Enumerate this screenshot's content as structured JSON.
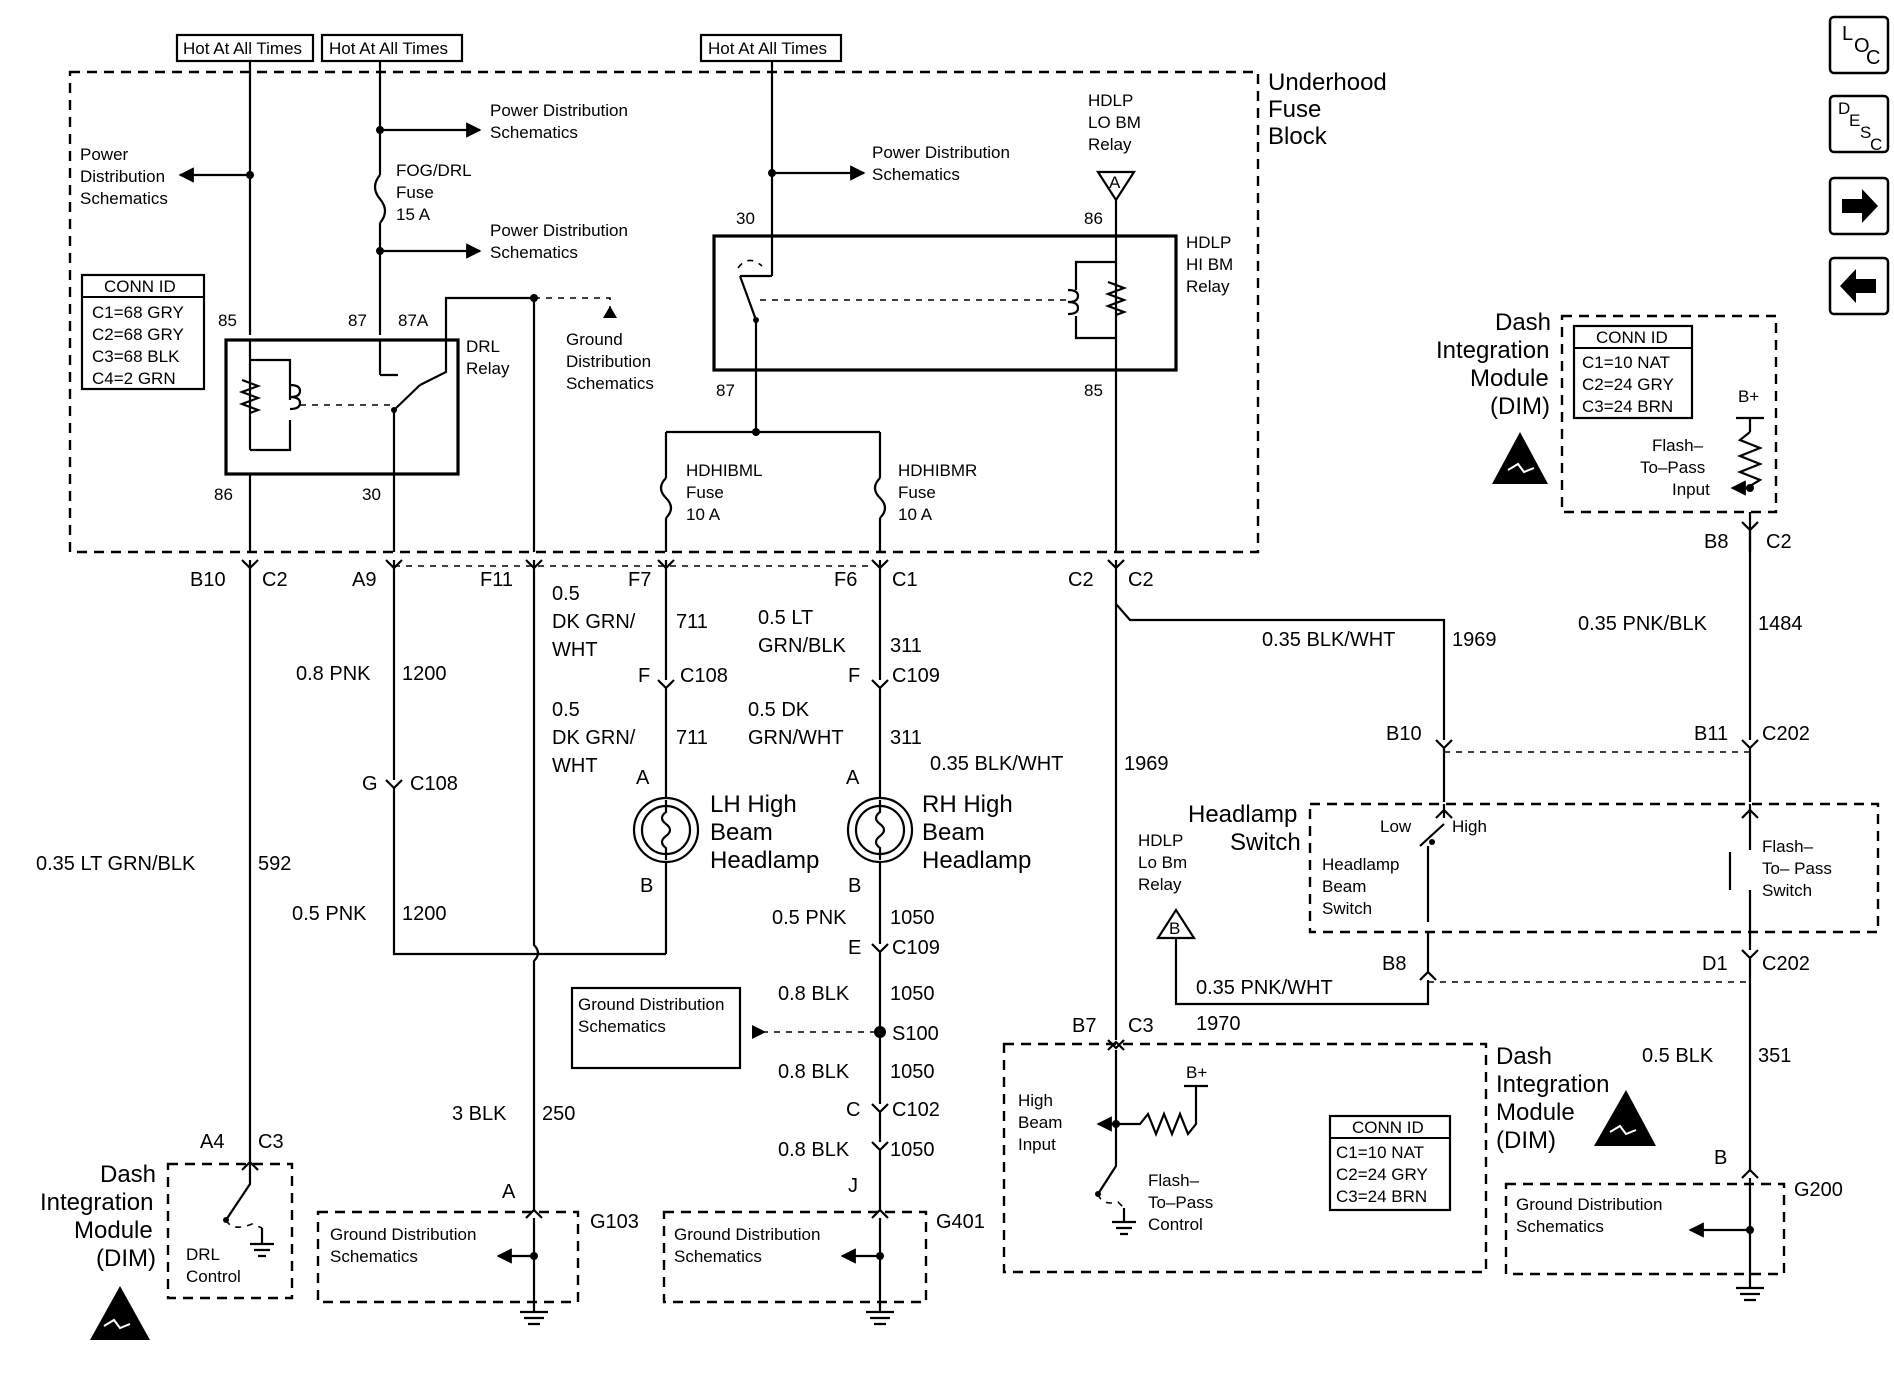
{
  "hot_labels": [
    "Hot At All Times",
    "Hot At All Times",
    "Hot At All Times"
  ],
  "nav": {
    "loc": [
      "L",
      "O",
      "C"
    ],
    "desc": [
      "D",
      "E",
      "S",
      "C"
    ]
  },
  "underhood_fuse_block": [
    "Underhood",
    "Fuse",
    "Block"
  ],
  "power_dist": {
    "left": [
      "Power",
      "Distribution",
      "Schematics"
    ],
    "a": [
      "Power Distribution",
      "Schematics"
    ],
    "b": [
      "Power Distribution",
      "Schematics"
    ],
    "c": [
      "Power Distribution",
      "Schematics"
    ]
  },
  "fog_fuse": [
    "FOG/DRL",
    "Fuse",
    "15 A"
  ],
  "conn_id_left": {
    "title": "CONN ID",
    "rows": [
      "C1=68 GRY",
      "C2=68 GRY",
      "C3=68 BLK",
      "C4=2 GRN"
    ]
  },
  "drl_relay": {
    "label": [
      "DRL",
      "Relay"
    ],
    "pins": {
      "p85": "85",
      "p87": "87",
      "p87a": "87A",
      "p86": "86",
      "p30": "30"
    }
  },
  "ground_dist_top": [
    "Ground",
    "Distribution",
    "Schematics"
  ],
  "hdlp_lo_top": [
    "HDLP",
    "LO BM",
    "Relay"
  ],
  "hdlp_hi": {
    "label": [
      "HDLP",
      "HI BM",
      "Relay"
    ],
    "pins": {
      "p30": "30",
      "p86": "86",
      "p87": "87",
      "p85": "85"
    }
  },
  "fuses": {
    "left": [
      "HDHIBML",
      "Fuse",
      "10 A"
    ],
    "right": [
      "HDHIBMR",
      "Fuse",
      "10 A"
    ]
  },
  "triangle_a": "A",
  "triangle_b": "B",
  "connectors_top": {
    "b10": "B10",
    "c2a": "C2",
    "a9": "A9",
    "f11": "F11",
    "f7": "F7",
    "f6": "F6",
    "c1": "C1",
    "c2b": "C2",
    "c2c": "C2",
    "b8": "B8",
    "c2d": "C2"
  },
  "wires": {
    "w592": [
      "0.35 LT GRN/BLK",
      "592"
    ],
    "w1200a": [
      "0.8 PNK",
      "1200"
    ],
    "w1200b": [
      "0.5 PNK",
      "1200"
    ],
    "w711a": [
      "0.5",
      "DK GRN/",
      "WHT",
      "711"
    ],
    "w711b": [
      "0.5",
      "DK GRN/",
      "WHT",
      "711"
    ],
    "w311a": [
      "0.5 LT",
      "GRN/BLK",
      "311"
    ],
    "w311b": [
      "0.5 DK",
      "GRN/WHT",
      "311"
    ],
    "w1969a": [
      "0.35 BLK/WHT",
      "1969"
    ],
    "w1969b": [
      "0.35 BLK/WHT",
      "1969"
    ],
    "w1484": [
      "0.35 PNK/BLK",
      "1484"
    ],
    "w1050a": [
      "0.5 PNK",
      "1050"
    ],
    "w1050b": [
      "0.8 BLK",
      "1050"
    ],
    "w1050c": [
      "0.8 BLK",
      "1050"
    ],
    "w1050d": [
      "0.8 BLK",
      "1050"
    ],
    "w250": [
      "3 BLK",
      "250"
    ],
    "w1970": [
      "0.35 PNK/WHT",
      "1970"
    ],
    "w351": [
      "0.5 BLK",
      "351"
    ]
  },
  "inline_conn": {
    "f_c108": [
      "F",
      "C108"
    ],
    "f_c109": [
      "F",
      "C109"
    ],
    "g_c108": [
      "G",
      "C108"
    ],
    "e_c109": [
      "E",
      "C109"
    ],
    "s100": "S100",
    "c_c102": [
      "C",
      "C102"
    ],
    "j": "J",
    "b10_c202": [
      "B10",
      "B11",
      "C202"
    ],
    "b8_c202": [
      "B8",
      "D1",
      "C202"
    ],
    "b7_c3": [
      "B7",
      "C3"
    ],
    "a4_c3": [
      "A4",
      "C3"
    ],
    "a_g103": "A",
    "b_g200": "B"
  },
  "lamps": {
    "lh": [
      "LH High",
      "Beam",
      "Headlamp"
    ],
    "rh": [
      "RH High",
      "Beam",
      "Headlamp"
    ],
    "pin_a": "A",
    "pin_b": "B"
  },
  "dim_upper": {
    "label": [
      "Dash",
      "Integration",
      "Module",
      "(DIM)"
    ],
    "conn": {
      "title": "CONN ID",
      "rows": [
        "C1=10 NAT",
        "C2=24 GRY",
        "C3=24 BRN"
      ]
    },
    "bplus": "B+",
    "input": [
      "Flash–",
      "To–Pass",
      "Input"
    ]
  },
  "headlamp_switch": {
    "label": [
      "Headlamp",
      "Switch"
    ],
    "low": "Low",
    "high": "High",
    "beam": [
      "Headlamp",
      "Beam",
      "Switch"
    ],
    "ftp": [
      "Flash–",
      "To– Pass",
      "Switch"
    ]
  },
  "hdlp_lo_mid": [
    "HDLP",
    "Lo Bm",
    "Relay"
  ],
  "ground_dist_box": [
    "Ground Distribution",
    "Schematics"
  ],
  "dim_center": {
    "label": [
      "Dash",
      "Integration",
      "Module",
      "(DIM)"
    ],
    "input": [
      "High",
      "Beam",
      "Input"
    ],
    "bplus": "B+",
    "ftp": [
      "Flash–",
      "To–Pass",
      "Control"
    ],
    "conn": {
      "title": "CONN ID",
      "rows": [
        "C1=10 NAT",
        "C2=24 GRY",
        "C3=24 BRN"
      ]
    }
  },
  "dim_left": {
    "label": [
      "Dash",
      "Integration",
      "Module",
      "(DIM)"
    ],
    "drl": [
      "DRL",
      "Control"
    ]
  },
  "grounds": {
    "g103": {
      "label": "G103",
      "box": [
        "Ground Distribution",
        "Schematics"
      ]
    },
    "g401": {
      "label": "G401",
      "box": [
        "Ground Distribution",
        "Schematics"
      ]
    },
    "g200": {
      "label": "G200",
      "box": [
        "Ground Distribution",
        "Schematics"
      ]
    }
  }
}
